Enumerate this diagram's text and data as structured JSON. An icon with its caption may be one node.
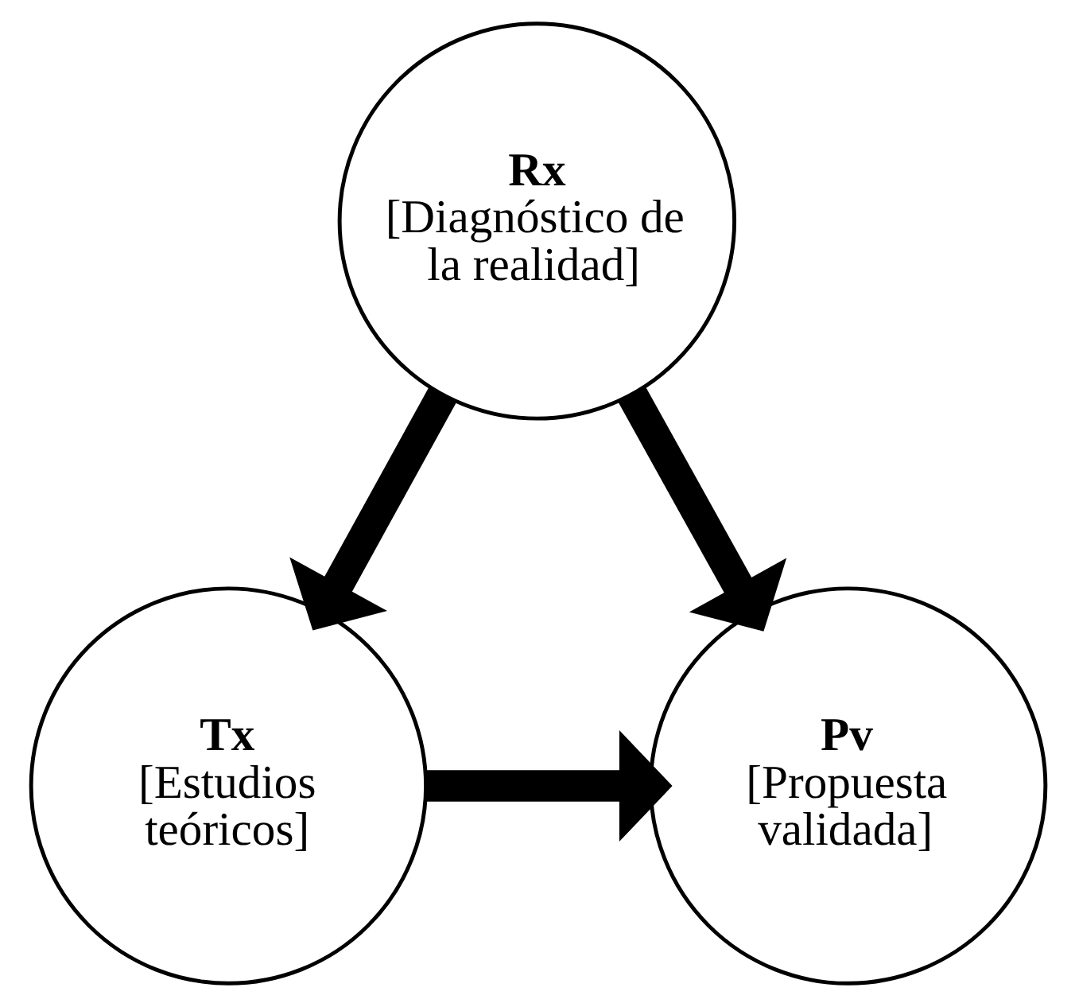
{
  "diagram": {
    "nodes": [
      {
        "text": [
          "Rx",
          "[Diagnóstico de la realidad]"
        ]
      },
      {
        "text": [
          "Tx",
          "[Estudios teóricos]"
        ]
      },
      {
        "text": [
          "Pv",
          "[Propuesta validada]"
        ]
      }
    ],
    "edges": [
      {
        "from": 0,
        "to": 1,
        "arrow": "to"
      },
      {
        "from": 0,
        "to": 2,
        "arrow": "to"
      },
      {
        "from": 1,
        "to": 2,
        "arrow": "to"
      }
    ]
  }
}
